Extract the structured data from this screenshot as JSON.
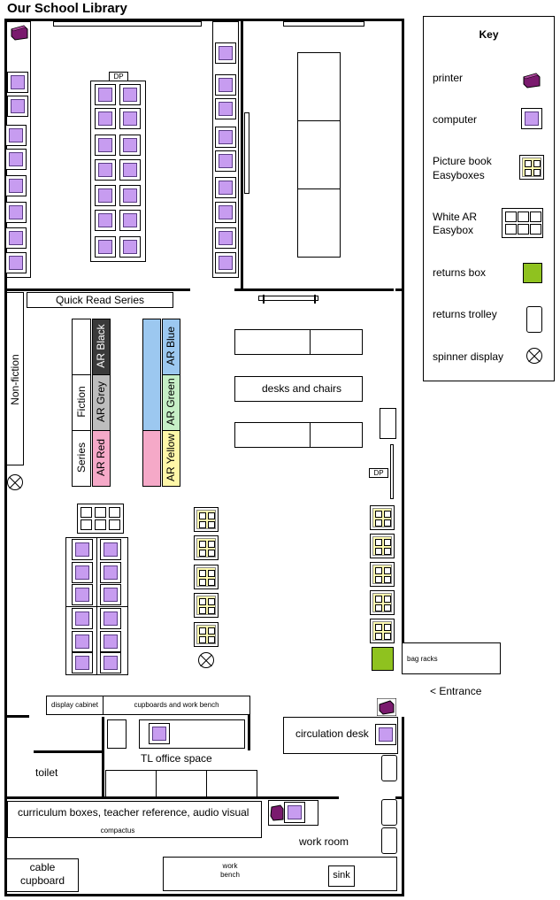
{
  "title": "Our School Library",
  "key": {
    "heading": "Key",
    "items": [
      {
        "label": "printer",
        "icon": "printer-icon"
      },
      {
        "label": "computer",
        "icon": "computer-icon"
      },
      {
        "label": "Picture book Easyboxes",
        "line1": "Picture book",
        "line2": "Easyboxes",
        "icon": "picture-book-easybox-icon"
      },
      {
        "label": "White AR Easybox",
        "line1": "White AR",
        "line2": "Easybox",
        "icon": "white-ar-easybox-icon"
      },
      {
        "label": "returns box",
        "icon": "returns-box-icon"
      },
      {
        "label": "returns trolley",
        "icon": "returns-trolley-icon"
      },
      {
        "label": "spinner display",
        "icon": "spinner-display-icon"
      }
    ]
  },
  "labels": {
    "dp": "DP",
    "quick_read": "Quick Read Series",
    "non_fiction": "Non-fiction",
    "series": "Series",
    "fiction": "Fiction",
    "ar_black": "AR Black",
    "ar_grey": "AR Grey",
    "ar_red": "AR Red",
    "ar_blue": "AR Blue",
    "ar_green": "AR Green",
    "ar_yellow": "AR Yellow",
    "desks_chairs": "desks and chairs",
    "bag_racks": "bag racks",
    "entrance": "< Entrance",
    "display_cabinet": "display cabinet",
    "cupboards_work_bench": "cupboards and work bench",
    "circulation_desk": "circulation desk",
    "tl_office": "TL office space",
    "toilet": "toilet",
    "curriculum": "curriculum boxes, teacher reference, audio visual",
    "compactus": "compactus",
    "work_room": "work room",
    "cable_line1": "cable",
    "cable_line2": "cupboard",
    "work_bench_line1": "work",
    "work_bench_line2": "bench",
    "sink": "sink"
  },
  "colors": {
    "computer": "#c79cf0",
    "printer": "#7a1a6e",
    "picture_book": "#fffbb0",
    "returns_box": "#8fc21f",
    "ar_black": "#3a3a3a",
    "ar_grey": "#bdbdbd",
    "ar_red": "#f5a9c8",
    "ar_blue": "#9cc8f0",
    "ar_green": "#c6efc6",
    "ar_yellow": "#fff7a8",
    "pink_shelf": "#f5a9c8"
  }
}
